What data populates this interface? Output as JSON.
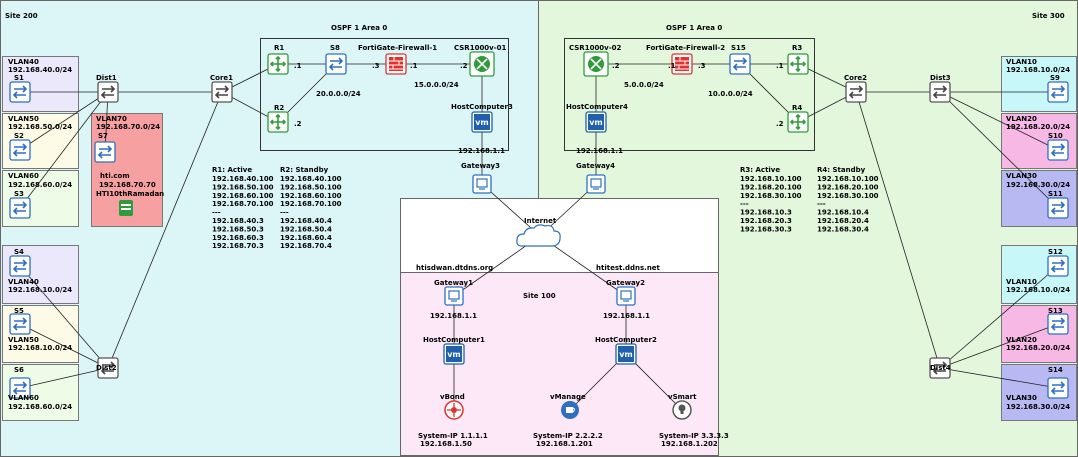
{
  "colors": {
    "site200_bg": "#dcf5f7",
    "site300_bg": "#e3f7dd",
    "site100_bg": "#fde8f7",
    "vlan_lavender": "#ebe8fb",
    "vlan_cream": "#fdfbe6",
    "vlan_lightgreen": "#eefbe6",
    "vlan_red": "#f6a0a2",
    "vlan_cyan": "#c8f7fa",
    "vlan_pink": "#f7b8e6",
    "vlan_blue": "#b8b8f3",
    "switch_blue": "#2e6fc4",
    "router_green": "#2f9b3a",
    "firewall_red": "#e0312f",
    "vm_blue": "#1e5fae"
  },
  "sites": {
    "site200": "Site 200",
    "site300": "Site 300",
    "site100": "Site 100",
    "ospf_left": "OSPF 1 Area 0",
    "ospf_right": "OSPF 1 Area 0"
  },
  "nodes": {
    "dist1": "Dist1",
    "dist2": "Dist2",
    "dist3": "Dist3",
    "dist4": "Dist4",
    "core1": "Core1",
    "core2": "Core2",
    "r1": "R1",
    "r2": "R2",
    "r3": "R3",
    "r4": "R4",
    "s8": "S8",
    "s15": "S15",
    "fw1": "FortiGate-Firewall-1",
    "fw2": "FortiGate-Firewall-2",
    "csr1": "CSR1000v-01",
    "csr2": "CSR1000v-02",
    "host1": "HostComputer1",
    "host2": "HostComputer2",
    "host3": "HostComputer3",
    "host4": "HostComputer4",
    "gw1": "Gateway1",
    "gw2": "Gateway2",
    "gw3": "Gateway3",
    "gw4": "Gateway4",
    "internet": "Internet",
    "vbond": "vBond",
    "vmanage": "vManage",
    "vsmart": "vSmart"
  },
  "vlans_left": [
    {
      "name": "VLAN40",
      "subnet": "192.168.40.0/24",
      "sw": "S1"
    },
    {
      "name": "VLAN50",
      "subnet": "192.168.50.0/24",
      "sw": "S2"
    },
    {
      "name": "VLAN60",
      "subnet": "192.168.60.0/24",
      "sw": "S3"
    },
    {
      "name": "VLAN40",
      "subnet": "192.168.10.0/24",
      "sw": "S4"
    },
    {
      "name": "VLAN50",
      "subnet": "192.168.10.0/24",
      "sw": "S5"
    },
    {
      "name": "VLAN60",
      "subnet": "192.168.60.0/24",
      "sw": "S6"
    }
  ],
  "vlan70": {
    "name": "VLAN70",
    "subnet": "192.168.70.0/24",
    "sw": "S7",
    "server_l1": "hti.com",
    "server_l2": "192.168.70.70",
    "server_l3": "HTI10thRamadan"
  },
  "vlans_right": [
    {
      "name": "VLAN10",
      "subnet": "192.168.10.0/24",
      "sw": "S9"
    },
    {
      "name": "VLAN20",
      "subnet": "192.168.20.0/24",
      "sw": "S10"
    },
    {
      "name": "VLAN30",
      "subnet": "192.168.30.0/24",
      "sw": "S11"
    },
    {
      "name": "VLAN10",
      "subnet": "192.168.10.0/24",
      "sw": "S12"
    },
    {
      "name": "VLAN20",
      "subnet": "192.168.20.0/24",
      "sw": "S13"
    },
    {
      "name": "VLAN30",
      "subnet": "192.168.30.0/24",
      "sw": "S14"
    }
  ],
  "labels": {
    "net20": "20.0.0.0/24",
    "net15": "15.0.0.0/24",
    "net5": "5.0.0.0/24",
    "net10": "10.0.0.0/24",
    "if_1a": ".1",
    "if_1b": ".1",
    "if_2a": ".2",
    "if_3a": ".3",
    "if_1c": ".1",
    "if_2b": ".2",
    "if_2c": ".2",
    "if_1d": ".1",
    "if_3b": ".3",
    "if_1e": ".1",
    "if_2d": ".2",
    "ip_host3": "192.168.1.1",
    "ip_host4": "192.168.1.1",
    "ip_gw1": "192.168.1.1",
    "ip_gw2": "192.168.1.1",
    "ddns1": "htisdwan.dtdns.org",
    "ddns2": "htitest.ddns.net",
    "vbond_sys": "System-IP 1.1.1.1",
    "vbond_ip": "192.168.1.50",
    "vmanage_sys": "System-IP 2.2.2.2",
    "vmanage_ip": "192.168.1.201",
    "vsmart_sys": "System-IP 3.3.3.3",
    "vsmart_ip": "192.168.1.202"
  },
  "hsrp_left": {
    "col1_title": "R1: Active",
    "col2_title": "R2: Standby",
    "col1": [
      "192.168.40.100",
      "192.168.50.100",
      "192.168.60.100",
      "192.168.70.100",
      "---",
      "192.168.40.3",
      "192.168.50.3",
      "192.168.60.3",
      "192.168.70.3"
    ],
    "col2": [
      "192.168.40.100",
      "192.168.50.100",
      "192.168.60.100",
      "192.168.70.100",
      "---",
      "192.168.40.4",
      "192.168.50.4",
      "192.168.60.4",
      "192.168.70.4"
    ]
  },
  "hsrp_right": {
    "col1_title": "R3: Active",
    "col2_title": "R4: Standby",
    "col1": [
      "192.168.10.100",
      "192.168.20.100",
      "192.168.30.100",
      "---",
      "192.168.10.3",
      "192.168.20.3",
      "192.168.30.3"
    ],
    "col2": [
      "192.168.10.100",
      "192.168.20.100",
      "192.168.30.100",
      "---",
      "192.168.10.4",
      "192.168.20.4",
      "192.168.30.4"
    ]
  }
}
